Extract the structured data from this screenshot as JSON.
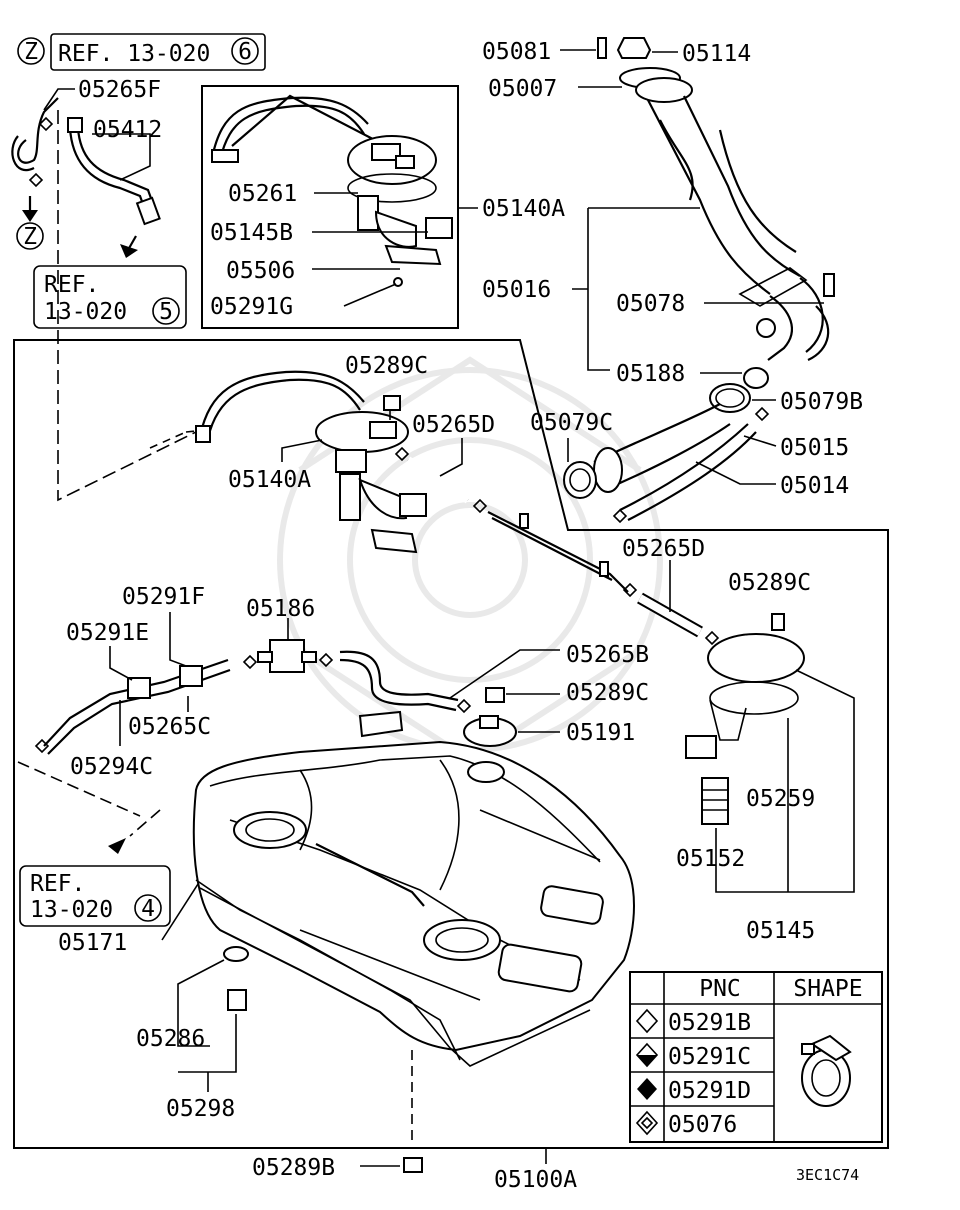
{
  "ref_z_top": {
    "z": "Z",
    "text": "REF. 13-020",
    "num": "6"
  },
  "ref_z_bottom": {
    "z": "Z"
  },
  "ref_5": {
    "line1": "REF.",
    "line2": "13-020",
    "num": "5"
  },
  "ref_4": {
    "line1": "REF.",
    "line2": "13-020",
    "num": "4"
  },
  "labels": {
    "p05265F": "05265F",
    "p05412": "05412",
    "p05261": "05261",
    "p05145B": "05145B",
    "p05506": "05506",
    "p05291G": "05291G",
    "p05140A_top": "05140A",
    "p05081": "05081",
    "p05114": "05114",
    "p05007": "05007",
    "p05016": "05016",
    "p05078": "05078",
    "p05188": "05188",
    "p05079B": "05079B",
    "p05079C": "05079C",
    "p05015": "05015",
    "p05014": "05014",
    "p05289C_a": "05289C",
    "p05265D_a": "05265D",
    "p05140A": "05140A",
    "p05265D_b": "05265D",
    "p05289C_b": "05289C",
    "p05291F": "05291F",
    "p05186": "05186",
    "p05291E": "05291E",
    "p05265B": "05265B",
    "p05289C_c": "05289C",
    "p05265C": "05265C",
    "p05191": "05191",
    "p05294C": "05294C",
    "p05259": "05259",
    "p05152": "05152",
    "p05171": "05171",
    "p05145": "05145",
    "p05286": "05286",
    "p05298": "05298",
    "p05289B": "05289B",
    "p05100A": "05100A"
  },
  "legend": {
    "header_pnc": "PNC",
    "header_shape": "SHAPE",
    "rows": [
      {
        "symbol": "hollow-diamond-icon",
        "pnc": "05291B"
      },
      {
        "symbol": "half-filled-diamond-icon",
        "pnc": "05291C"
      },
      {
        "symbol": "filled-diamond-icon",
        "pnc": "05291D"
      },
      {
        "symbol": "hatched-diamond-icon",
        "pnc": "05076"
      }
    ]
  },
  "diagram_code": "3EC1C74"
}
